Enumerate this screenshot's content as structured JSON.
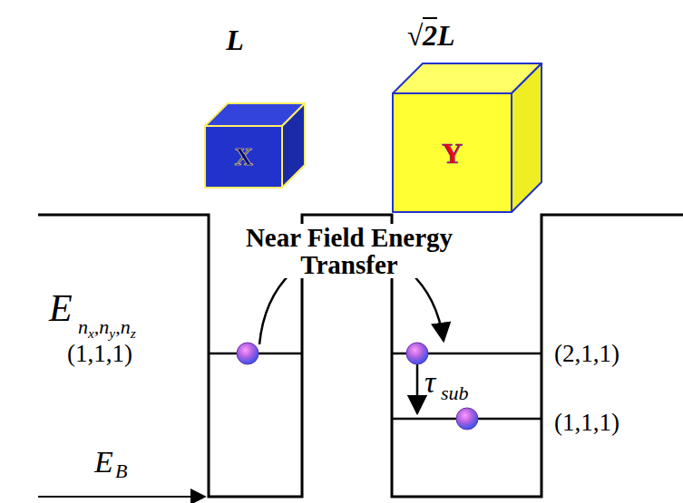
{
  "diagram": {
    "nodes": [
      {
        "text": [
          "X"
        ]
      },
      {
        "text": [
          "Y"
        ]
      }
    ],
    "labels": [
      "L",
      "√2L",
      "Near Field Energy Transfer",
      "E",
      "nx,ny,nz",
      "(1,1,1)",
      "(2,1,1)",
      "τ",
      "sub",
      "(1,1,1)",
      "E",
      "B"
    ]
  }
}
